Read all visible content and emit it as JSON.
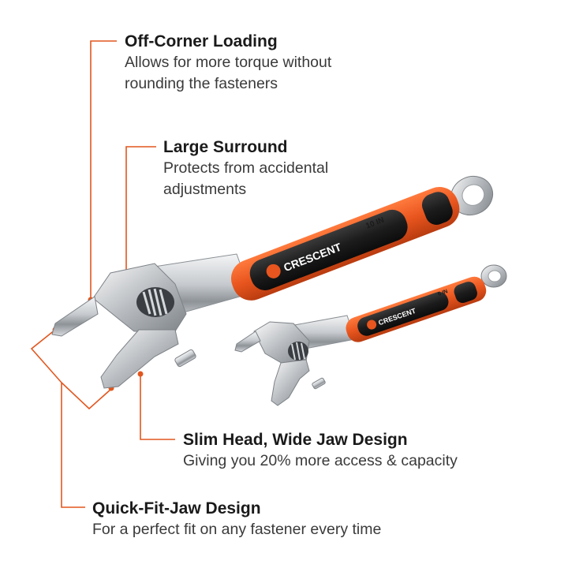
{
  "colors": {
    "accent": "#e8551e",
    "grip_black": "#1f1f1f",
    "chrome": "#c9cdd1",
    "leader_line": "#e2571f"
  },
  "callouts": [
    {
      "title": "Off-Corner Loading",
      "desc_lines": [
        "Allows for more torque without",
        "rounding the fasteners"
      ]
    },
    {
      "title": "Large Surround",
      "desc_lines": [
        "Protects from accidental",
        "adjustments"
      ]
    },
    {
      "title": "Slim Head, Wide Jaw Design",
      "desc_lines": [
        "Giving you 20% more access & capacity"
      ]
    },
    {
      "title": "Quick-Fit-Jaw Design",
      "desc_lines": [
        "For a perfect fit on any fastener every time"
      ]
    }
  ],
  "wrenches": {
    "large": {
      "brand": "CRESCENT",
      "size_label": "10 IN"
    },
    "small": {
      "brand": "CRESCENT",
      "size_label": "6 IN"
    }
  }
}
